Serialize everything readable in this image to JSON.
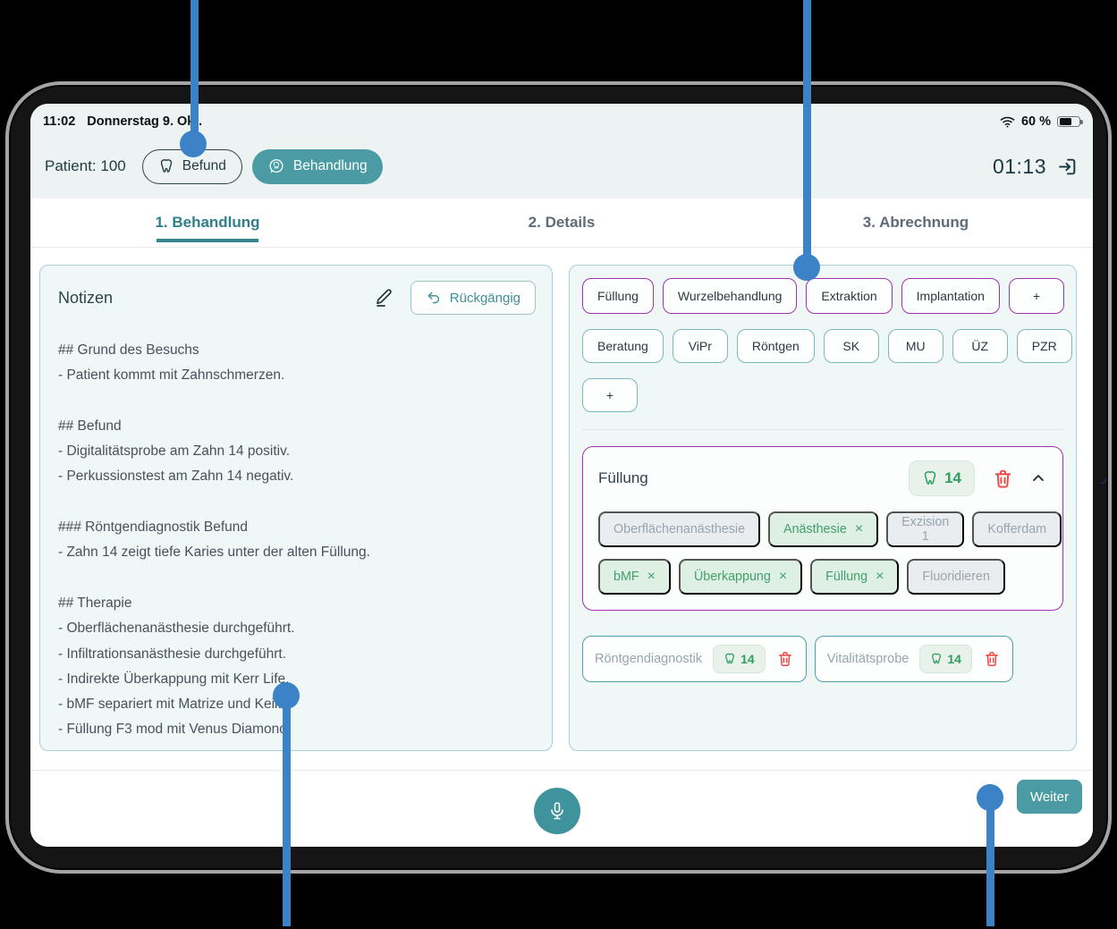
{
  "status_bar": {
    "time": "11:02",
    "date": "Donnerstag 9. Okt.",
    "battery": "60 %"
  },
  "header": {
    "patient": "Patient: 100",
    "befund": "Befund",
    "behandlung": "Behandlung",
    "timer": "01:13"
  },
  "tabs": [
    {
      "label": "1. Behandlung",
      "active": true
    },
    {
      "label": "2. Details",
      "active": false
    },
    {
      "label": "3. Abrechnung",
      "active": false
    }
  ],
  "notes": {
    "title": "Notizen",
    "undo": "Rückgängig",
    "lines": [
      "## Grund des Besuchs",
      "- Patient kommt mit Zahnschmerzen.",
      "",
      "## Befund",
      "- Digitalitätsprobe am Zahn 14 positiv.",
      "- Perkussionstest am Zahn 14 negativ.",
      "",
      "### Röntgendiagnostik Befund",
      "- Zahn 14 zeigt tiefe Karies unter der alten Füllung.",
      "",
      "## Therapie",
      "- Oberflächenanästhesie durchgeführt.",
      "- Infiltrationsanästhesie durchgeführt.",
      "- Indirekte Überkappung mit Kerr Life.",
      "- bMF separiert mit Matrize und Keil.",
      "- Füllung F3 mod mit Venus Diamond."
    ]
  },
  "chips": {
    "categories": [
      "Füllung",
      "Wurzelbehandlung",
      "Extraktion",
      "Implantation",
      "+"
    ],
    "quick": [
      "Beratung",
      "ViPr",
      "Röntgen",
      "SK",
      "MU",
      "ÜZ",
      "PZR"
    ],
    "add": "+"
  },
  "card": {
    "title": "Füllung",
    "tooth": "14",
    "steps": [
      {
        "label": "Oberflächenanästhesie"
      },
      {
        "label": "Anästhesie"
      },
      {
        "label": "Exzision 1"
      },
      {
        "label": "Kofferdam"
      },
      {
        "label": "bMF"
      },
      {
        "label": "Überkappung"
      },
      {
        "label": "Füllung"
      },
      {
        "label": "Fluoridieren"
      }
    ]
  },
  "mini": [
    {
      "label": "Röntgendiagnostik",
      "tooth": "14"
    },
    {
      "label": "Vitalitätsprobe",
      "tooth": "14"
    }
  ],
  "footer": {
    "next": "Weiter"
  },
  "glyphs": {
    "close": "×"
  },
  "colors": {
    "accent_teal": "#4b9ba4",
    "accent_purple": "#a332ae",
    "annotation_blue": "#3b82c7",
    "success_green": "#2f9e5f",
    "danger_red": "#ef4444"
  }
}
